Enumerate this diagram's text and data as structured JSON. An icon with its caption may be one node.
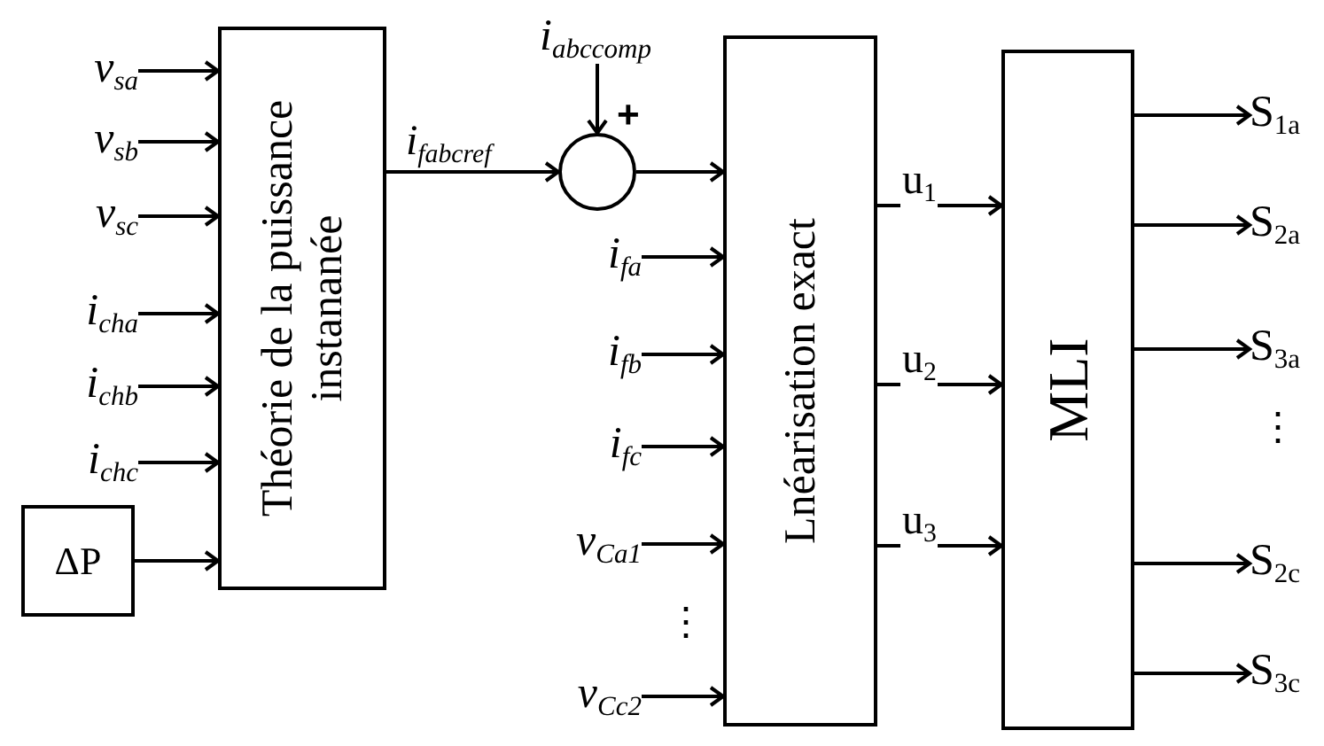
{
  "diagram": {
    "nodes": [
      {
        "text": [
          "v$_{sa}$"
        ]
      },
      {
        "text": [
          "v$_{sb}$"
        ]
      },
      {
        "text": [
          "v$_{sc}$"
        ]
      },
      {
        "text": [
          "i$_{cha}$"
        ]
      },
      {
        "text": [
          "i$_{chb}$"
        ]
      },
      {
        "text": [
          "i$_{chc}$"
        ]
      },
      {
        "text": [
          "ΔP"
        ]
      },
      {
        "text": [
          "Théorie de la puissance instananée"
        ]
      },
      {
        "text": [
          "i$_{abccomp}$"
        ]
      },
      {
        "text": [],
        "shape": "circle"
      },
      {
        "text": [
          "Lnéarisation exact"
        ]
      },
      {
        "text": [
          "i$_{fa}$"
        ]
      },
      {
        "text": [
          "i$_{fb}$"
        ]
      },
      {
        "text": [
          "i$_{fc}$"
        ]
      },
      {
        "text": [
          "v$_{Ca1}$"
        ]
      },
      {
        "text": [
          "v$_{Cc2}$"
        ]
      },
      {
        "text": [
          "MLI"
        ]
      },
      {
        "text": [
          "S$_{1a}$"
        ]
      },
      {
        "text": [
          "S$_{2a}$"
        ]
      },
      {
        "text": [
          "S$_{3a}$"
        ]
      },
      {
        "text": [
          "S$_{2c}$"
        ]
      },
      {
        "text": [
          "S$_{3c}$"
        ]
      }
    ],
    "edges": [
      {
        "from": 0,
        "to": 7,
        "arrow": "to"
      },
      {
        "from": 1,
        "to": 7,
        "arrow": "to"
      },
      {
        "from": 2,
        "to": 7,
        "arrow": "to"
      },
      {
        "from": 3,
        "to": 7,
        "arrow": "to"
      },
      {
        "from": 4,
        "to": 7,
        "arrow": "to"
      },
      {
        "from": 5,
        "to": 7,
        "arrow": "to"
      },
      {
        "from": 6,
        "to": 7,
        "arrow": "to"
      },
      {
        "from": 7,
        "to": 9,
        "arrow": "to",
        "label": "i$_{fabcref}$"
      },
      {
        "from": 8,
        "to": 9,
        "arrow": "to"
      },
      {
        "from": 9,
        "to": 10,
        "arrow": "to"
      },
      {
        "from": 11,
        "to": 10,
        "arrow": "to"
      },
      {
        "from": 12,
        "to": 10,
        "arrow": "to"
      },
      {
        "from": 13,
        "to": 10,
        "arrow": "to"
      },
      {
        "from": 14,
        "to": 10,
        "arrow": "to"
      },
      {
        "from": 15,
        "to": 10,
        "arrow": "to"
      },
      {
        "from": 10,
        "to": 16,
        "arrow": "to",
        "label": "u$_{1}$"
      },
      {
        "from": 10,
        "to": 16,
        "arrow": "to",
        "label": "u$_{2}$"
      },
      {
        "from": 10,
        "to": 16,
        "arrow": "to",
        "label": "u$_{3}$"
      },
      {
        "from": 16,
        "to": 17,
        "arrow": "to"
      },
      {
        "from": 16,
        "to": 18,
        "arrow": "to"
      },
      {
        "from": 16,
        "to": 19,
        "arrow": "to"
      },
      {
        "from": 16,
        "to": 20,
        "arrow": "to"
      },
      {
        "from": 16,
        "to": 21,
        "arrow": "to"
      }
    ],
    "labels": [
      "+",
      "⋮",
      "⋮"
    ]
  }
}
